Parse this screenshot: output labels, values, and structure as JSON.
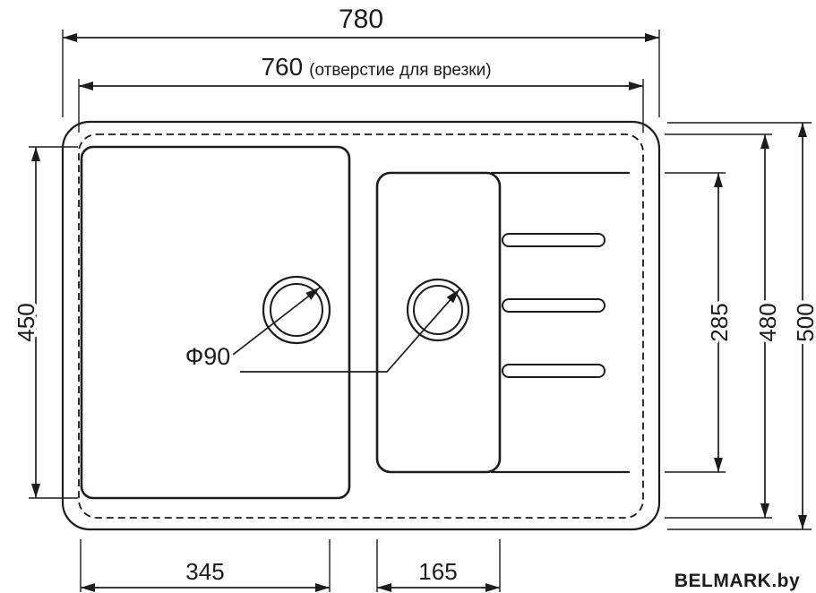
{
  "dimensions": {
    "overall_width": "780",
    "cutout_width": "760",
    "cutout_note": "(отверстие для врезки)",
    "bowl_depth": "450",
    "section_height": "285",
    "cutout_height": "480",
    "overall_depth": "500",
    "bowl_width": "345",
    "second_bowl_width": "165",
    "drain_diameter": "Ф90"
  },
  "watermark": {
    "text": "BELMARK.by",
    "color": "#76b900"
  },
  "colors": {
    "line": "#1c1c1c",
    "background": "#ffffff"
  }
}
